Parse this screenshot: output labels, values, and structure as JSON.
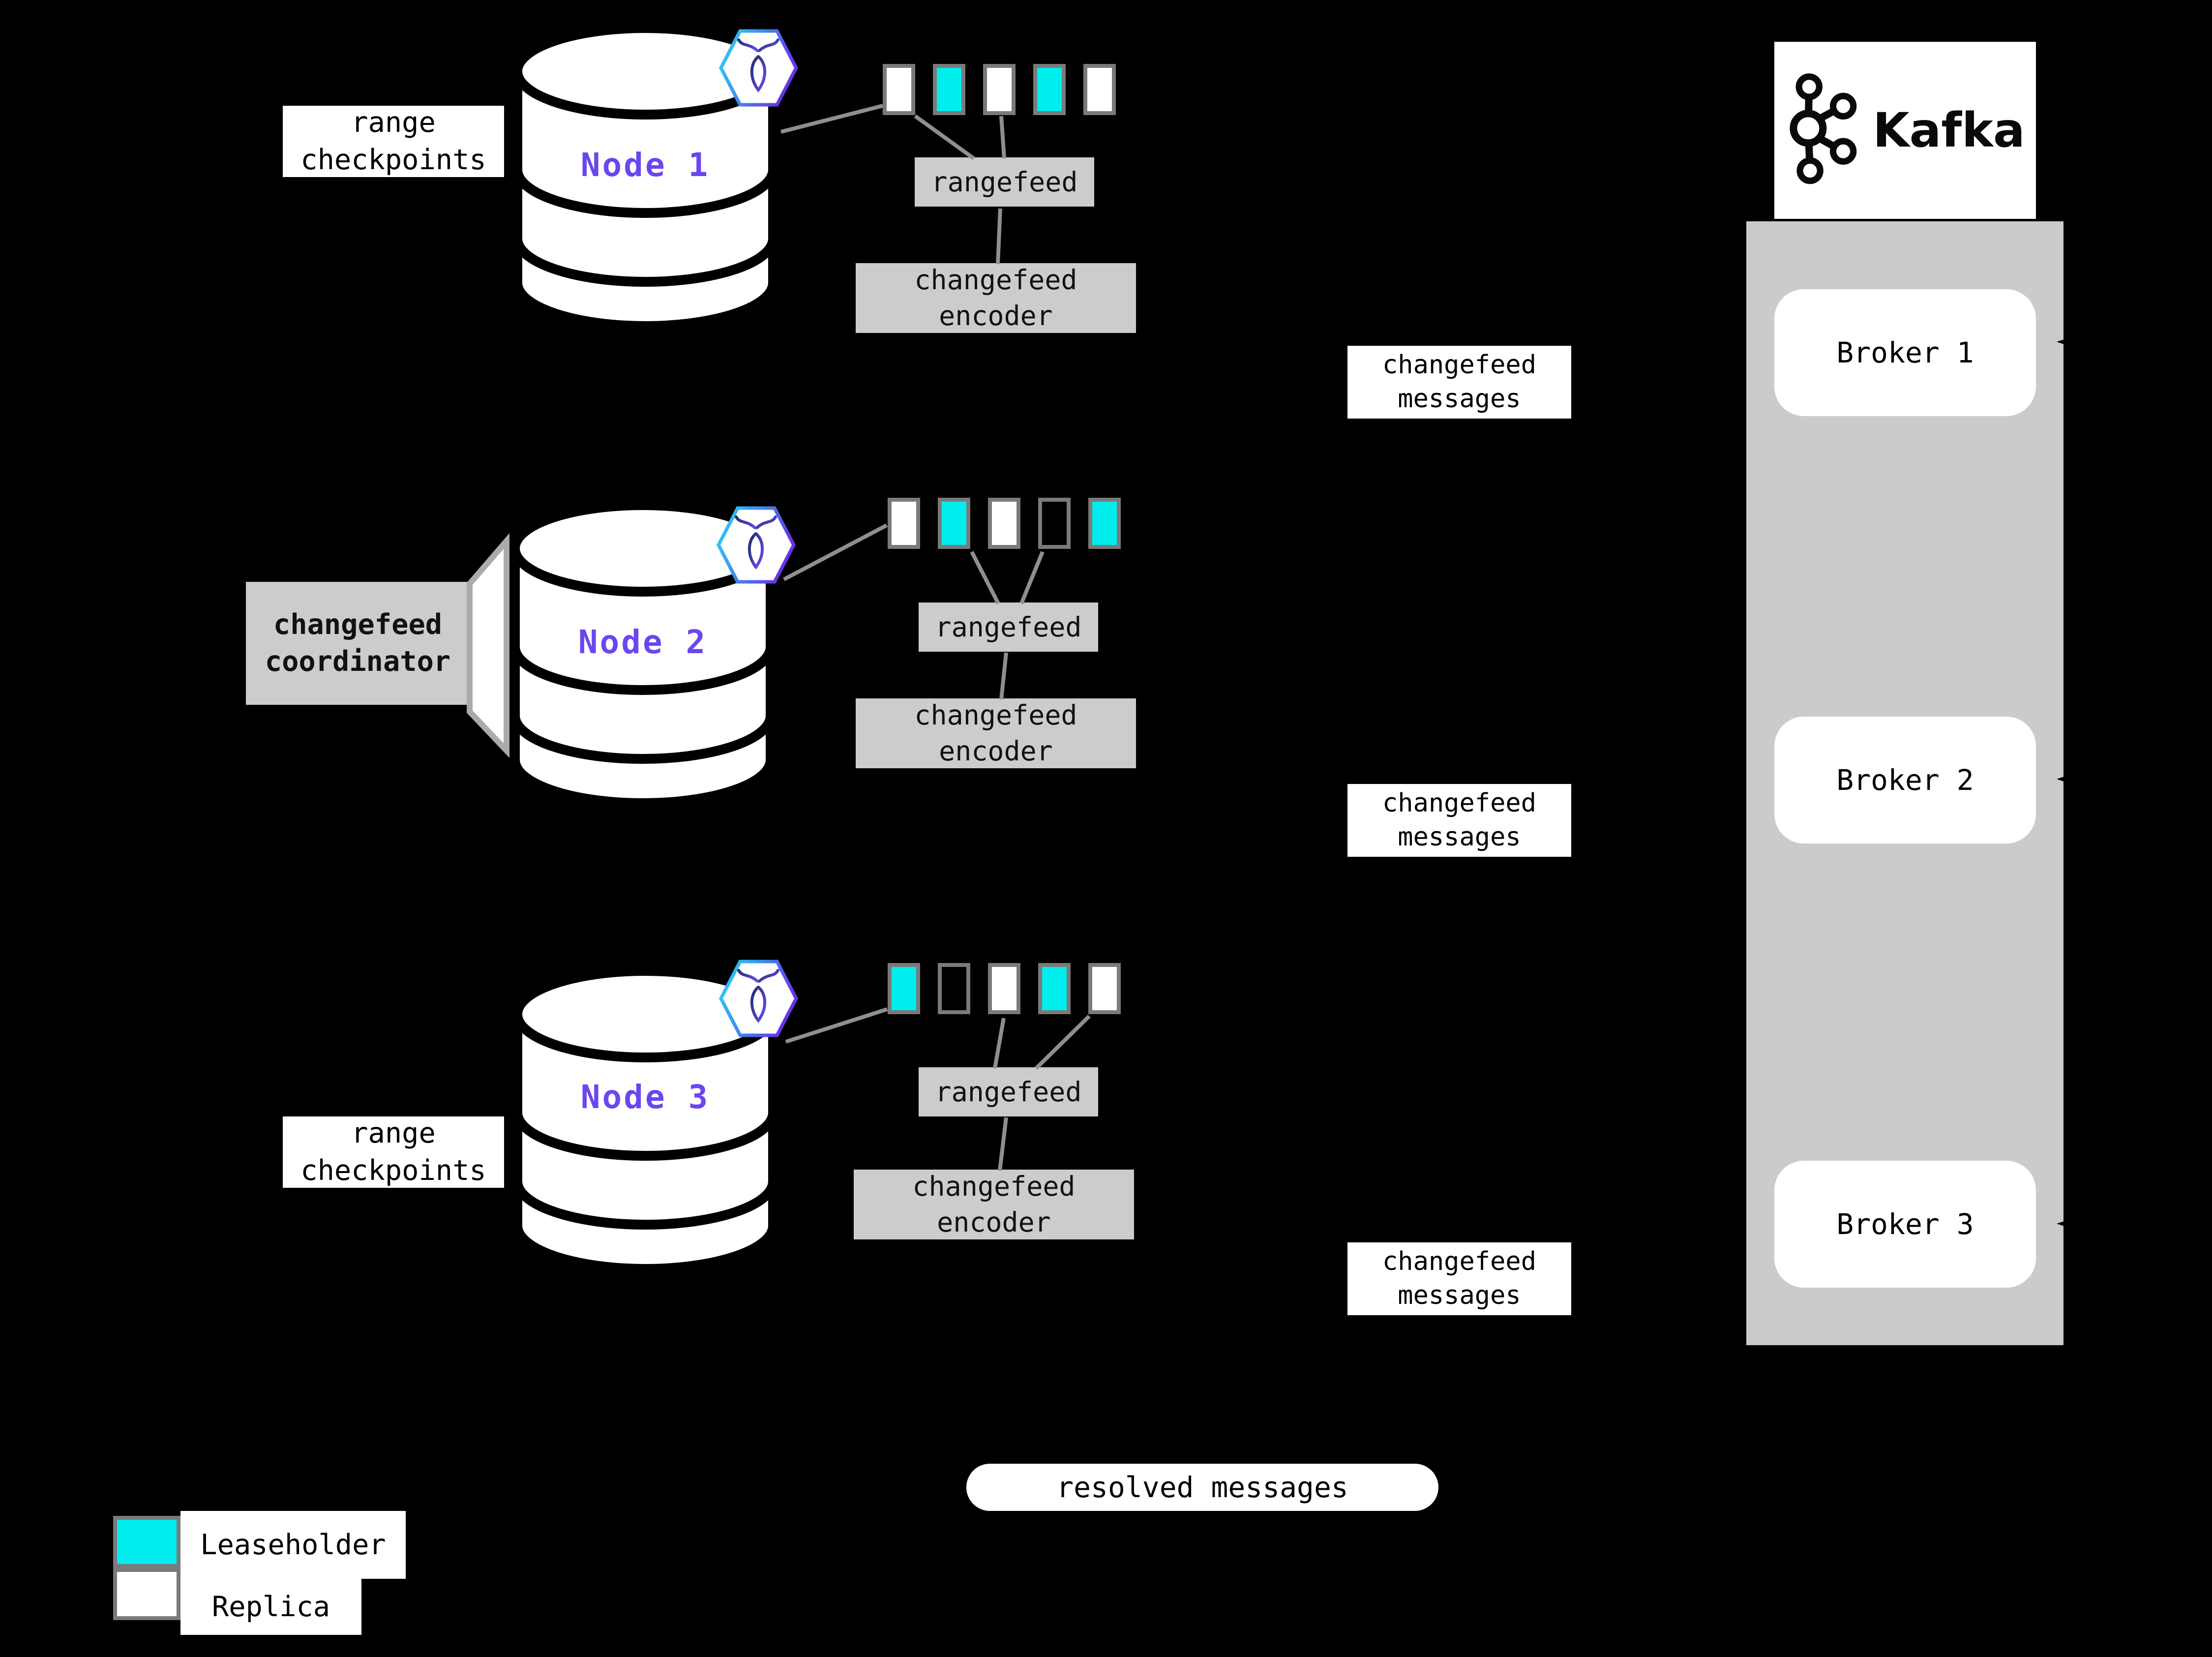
{
  "colors": {
    "background": "#000000",
    "leaseholder": "#00EDED",
    "replica": "#FFFFFF",
    "panel_gray": "#CCCCCC",
    "container_gray": "#CBCBCB",
    "line_gray": "#8F8F8F",
    "square_border": "#7A7A7A",
    "node_label_purple": "#6B46F0"
  },
  "labels": {
    "range_checkpoints": "range checkpoints",
    "rangefeed": "rangefeed",
    "changefeed_encoder": "changefeed encoder",
    "changefeed_messages": "changefeed messages",
    "changefeed_coordinator": "changefeed coordinator",
    "resolved_messages": "resolved messages"
  },
  "nodes": [
    {
      "name": "Node 1",
      "ranges": [
        "replica",
        "leaseholder",
        "replica",
        "leaseholder",
        "replica"
      ]
    },
    {
      "name": "Node 2",
      "ranges": [
        "replica",
        "leaseholder",
        "replica",
        "empty",
        "leaseholder"
      ]
    },
    {
      "name": "Node 3",
      "ranges": [
        "leaseholder",
        "empty",
        "replica",
        "leaseholder",
        "replica"
      ]
    }
  ],
  "kafka": {
    "title": "Kafka",
    "brokers": [
      {
        "label": "Broker 1"
      },
      {
        "label": "Broker 2"
      },
      {
        "label": "Broker 3"
      }
    ]
  },
  "legend": {
    "items": [
      {
        "label": "Leaseholder",
        "key": "leaseholder"
      },
      {
        "label": "Replica",
        "key": "replica"
      }
    ]
  }
}
